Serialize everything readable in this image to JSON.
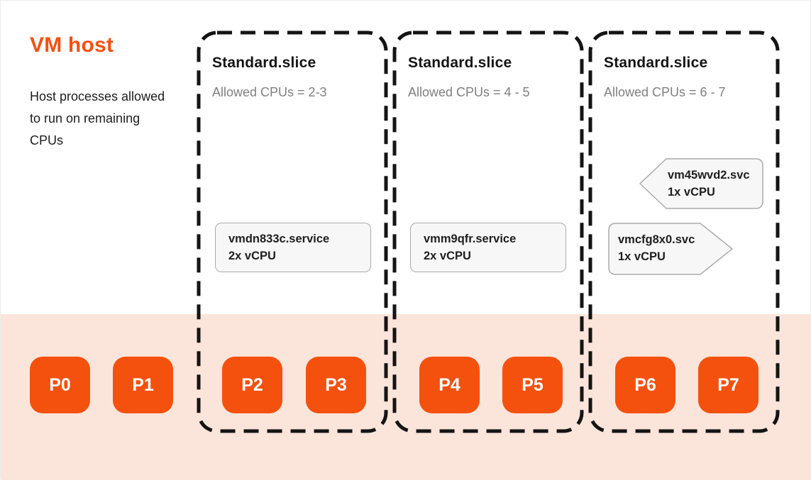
{
  "page": {
    "title": "VM host",
    "description": "Host processes allowed to run on remaining CPUs"
  },
  "slices": [
    {
      "title": "Standard.slice",
      "allowed": "Allowed CPUs = 2-3",
      "services": [
        {
          "name": "vmdn833c.service",
          "vcpu": "2x vCPU",
          "shape": "rect"
        }
      ]
    },
    {
      "title": "Standard.slice",
      "allowed": "Allowed CPUs = 4 - 5",
      "services": [
        {
          "name": "vmm9qfr.service",
          "vcpu": "2x vCPU",
          "shape": "rect"
        }
      ]
    },
    {
      "title": "Standard.slice",
      "allowed": "Allowed CPUs = 6 - 7",
      "services": [
        {
          "name": "vm45wvd2.svc",
          "vcpu": "1x vCPU",
          "shape": "tag-left"
        },
        {
          "name": "vmcfg8x0.svc",
          "vcpu": "1x vCPU",
          "shape": "tag-right"
        }
      ]
    }
  ],
  "cpus": [
    "P0",
    "P1",
    "P2",
    "P3",
    "P4",
    "P5",
    "P6",
    "P7"
  ],
  "colors": {
    "accent_orange": "#F4510E",
    "peach_band": "#FBE5DA",
    "dash_border": "#141414",
    "muted_text": "#7F7F7F",
    "service_box_bg": "#F7F7F7",
    "service_box_border": "#ABABAB"
  }
}
